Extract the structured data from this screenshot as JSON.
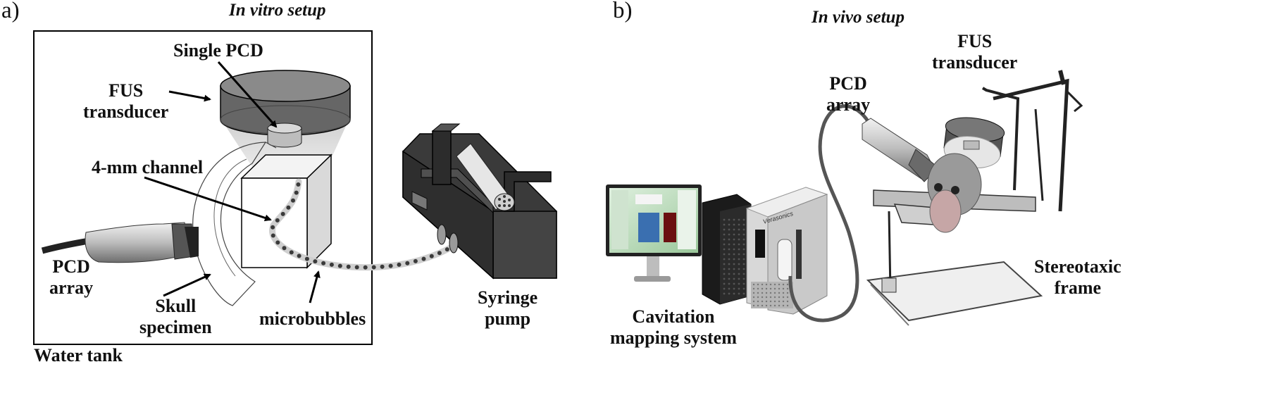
{
  "panel_a": {
    "letter": "a)",
    "title": "In vitro setup",
    "labels": {
      "single_pcd": "Single PCD",
      "fus_transducer": [
        "FUS",
        "transducer"
      ],
      "channel": "4-mm channel",
      "pcd_array": [
        "PCD",
        "array"
      ],
      "skull_specimen": [
        "Skull",
        "specimen"
      ],
      "microbubbles": "microbubbles",
      "syringe_pump": [
        "Syringe",
        "pump"
      ],
      "water_tank": "Water tank"
    }
  },
  "panel_b": {
    "letter": "b)",
    "title": "In vivo setup",
    "labels": {
      "fus_transducer": [
        "FUS",
        "transducer"
      ],
      "pcd_array": [
        "PCD",
        "array"
      ],
      "stereotaxic_frame": [
        "Stereotaxic",
        "frame"
      ],
      "cavitation_mapping": [
        "Cavitation",
        "mapping system"
      ],
      "scanner_brand": "Verasonics"
    }
  },
  "colors": {
    "transducer_dark": "#666666",
    "transducer_top": "#8a8a8a",
    "outline": "#000000",
    "beam": "#d6d6d6",
    "microbubble": "#3a3a3a",
    "pump_body": "#3c3c3c"
  }
}
